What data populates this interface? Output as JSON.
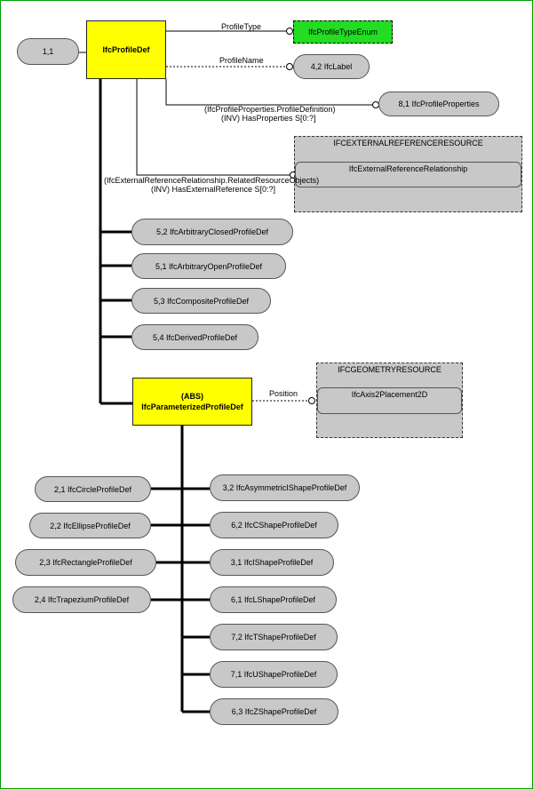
{
  "root_ref": "1,1",
  "main_entity": "IfcProfileDef",
  "profile_type": {
    "label": "ProfileType",
    "target": "IfcProfileTypeEnum"
  },
  "profile_name": {
    "label": "ProfileName",
    "target": "4,2 IfcLabel"
  },
  "has_properties": {
    "label_line1": "(IfcProfileProperties.ProfileDefinition)",
    "label_line2": "(INV) HasProperties S[0:?]",
    "target": "8,1 IfcProfileProperties"
  },
  "external_ref": {
    "schema": "IFCEXTERNALREFERENCERESOURCE",
    "entity": "IfcExternalReferenceRelationship",
    "label_line1": "(IfcExternalReferenceRelationship.RelatedResourceObjects)",
    "label_line2": "(INV) HasExternalReference S[0:?]"
  },
  "subtypes": [
    "5,2 IfcArbitraryClosedProfileDef",
    "5,1 IfcArbitraryOpenProfileDef",
    "5,3 IfcCompositeProfileDef",
    "5,4 IfcDerivedProfileDef"
  ],
  "parameterized": {
    "line1": "(ABS)",
    "line2": "IfcParameterizedProfileDef"
  },
  "position": {
    "label": "Position",
    "schema": "IFCGEOMETRYRESOURCE",
    "entity": "IfcAxis2Placement2D"
  },
  "left_subtypes": [
    "2,1 IfcCircleProfileDef",
    "2,2 IfcEllipseProfileDef",
    "2,3 IfcRectangleProfileDef",
    "2,4 IfcTrapeziumProfileDef"
  ],
  "right_subtypes": [
    "3,2 IfcAsymmetricIShapeProfileDef",
    "6,2 IfcCShapeProfileDef",
    "3,1 IfcIShapeProfileDef",
    "6,1 IfcLShapeProfileDef",
    "7,2 IfcTShapeProfileDef",
    "7,1 IfcUShapeProfileDef",
    "6,3 IfcZShapeProfileDef"
  ]
}
